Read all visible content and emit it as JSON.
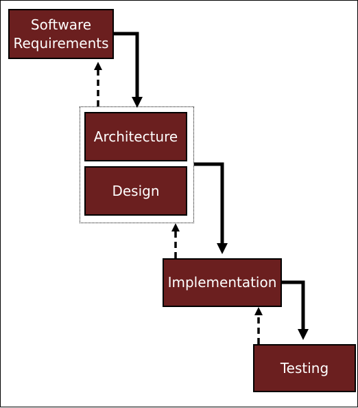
{
  "diagram": {
    "phases": {
      "software_requirements": "Software\nRequirements",
      "architecture": "Architecture",
      "design": "Design",
      "implementation": "Implementation",
      "testing": "Testing"
    },
    "colors": {
      "box_fill": "#6b1f1f",
      "box_border": "#000000",
      "box_text": "#ffffff",
      "connector": "#000000"
    }
  }
}
